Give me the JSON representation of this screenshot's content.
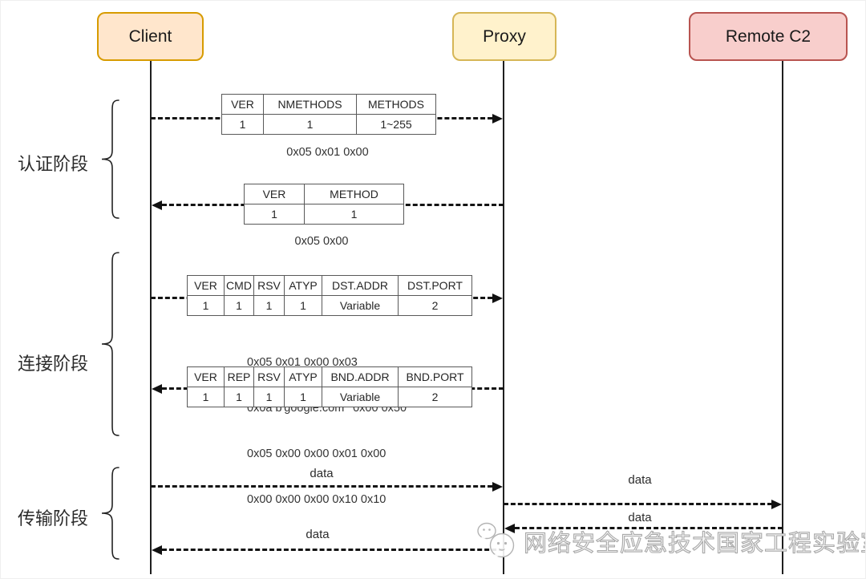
{
  "diagram": {
    "actors": [
      {
        "label": "Client"
      },
      {
        "label": "Proxy"
      },
      {
        "label": "Remote C2"
      }
    ],
    "phases": [
      {
        "label": "认证阶段"
      },
      {
        "label": "连接阶段"
      },
      {
        "label": "传输阶段"
      }
    ],
    "packets": [
      {
        "fields": [
          "VER",
          "NMETHODS",
          "METHODS"
        ],
        "sizes": [
          "1",
          "1",
          "1~255"
        ],
        "caption": [
          "0x05 0x01 0x00"
        ]
      },
      {
        "fields": [
          "VER",
          "METHOD"
        ],
        "sizes": [
          "1",
          "1"
        ],
        "caption": [
          "0x05 0x00"
        ]
      },
      {
        "fields": [
          "VER",
          "CMD",
          "RSV",
          "ATYP",
          "DST.ADDR",
          "DST.PORT"
        ],
        "sizes": [
          "1",
          "1",
          "1",
          "1",
          "Variable",
          "2"
        ],
        "caption": [
          "0x05 0x01 0x00 0x03",
          "0x0a b'google.com'  0x00 0x50"
        ]
      },
      {
        "fields": [
          "VER",
          "REP",
          "RSV",
          "ATYP",
          "BND.ADDR",
          "BND.PORT"
        ],
        "sizes": [
          "1",
          "1",
          "1",
          "1",
          "Variable",
          "2"
        ],
        "caption": [
          "0x05 0x00 0x00 0x01 0x00",
          "0x00 0x00 0x00 0x10 0x10"
        ]
      }
    ],
    "messages": [
      {
        "from": "Client",
        "to": "Proxy"
      },
      {
        "from": "Proxy",
        "to": "Client"
      },
      {
        "from": "Client",
        "to": "Proxy"
      },
      {
        "from": "Proxy",
        "to": "Client"
      },
      {
        "from": "Client",
        "to": "Proxy",
        "label": "data"
      },
      {
        "from": "Proxy",
        "to": "Remote C2",
        "label": "data"
      },
      {
        "from": "Remote C2",
        "to": "Proxy",
        "label": "data"
      },
      {
        "from": "Proxy",
        "to": "Client",
        "label": "data"
      }
    ],
    "watermark": "网络安全应急技术国家工程实验室",
    "colors": {
      "client_fill": "#ffe6cc",
      "client_border": "#d79b00",
      "proxy_fill": "#fff2cc",
      "proxy_border": "#d6b656",
      "remote_fill": "#f8cecc",
      "remote_border": "#b85450",
      "line": "#141414",
      "table_border": "#595959"
    }
  }
}
